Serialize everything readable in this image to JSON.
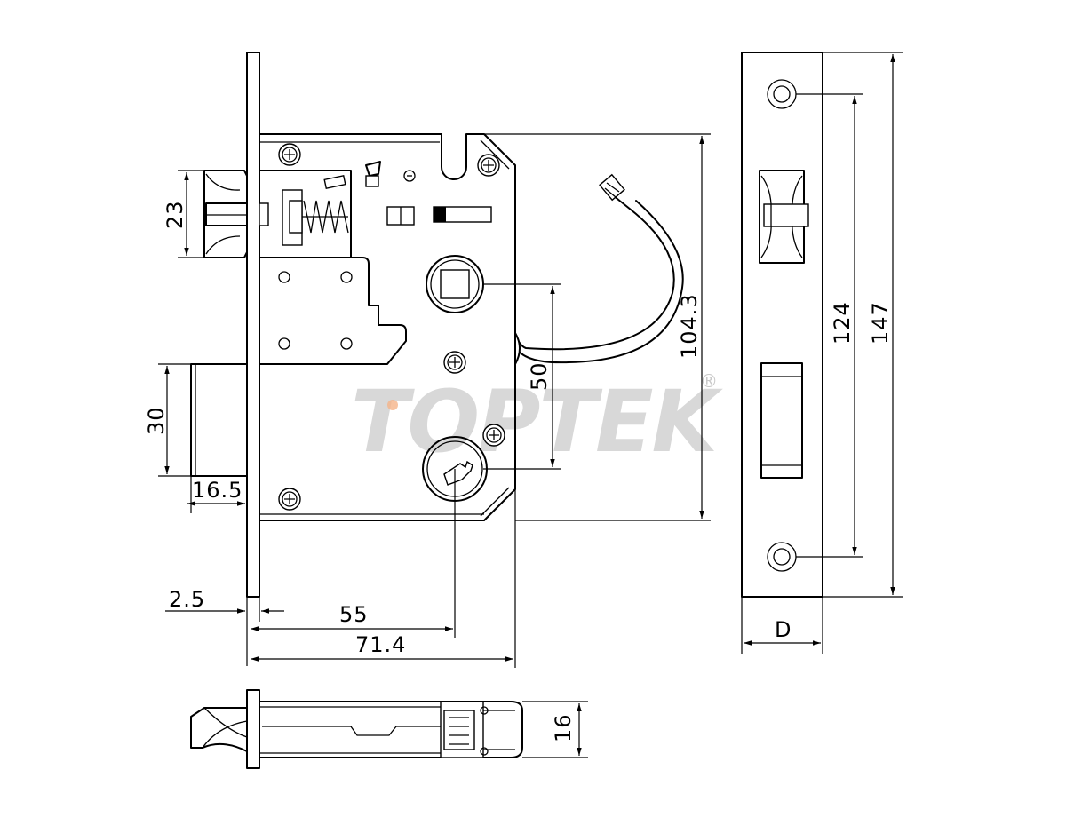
{
  "watermark": {
    "brand_prefix": "TO",
    "brand_suffix": "PTEK",
    "registered_mark": "®",
    "accent_color": "#f5b48a",
    "base_color": "#d2d2d2"
  },
  "dimensions": {
    "latch_height": "23",
    "bolt_height": "30",
    "bolt_projection": "16.5",
    "faceplate_thickness": "2.5",
    "backset": "55",
    "body_depth": "71.4",
    "spindle_to_key": "50",
    "body_height": "104.3",
    "strike_hole_spacing": "124",
    "strike_height": "147",
    "strike_width": "D",
    "lock_thickness": "16"
  },
  "colors": {
    "line": "#000000",
    "background": "#ffffff"
  }
}
